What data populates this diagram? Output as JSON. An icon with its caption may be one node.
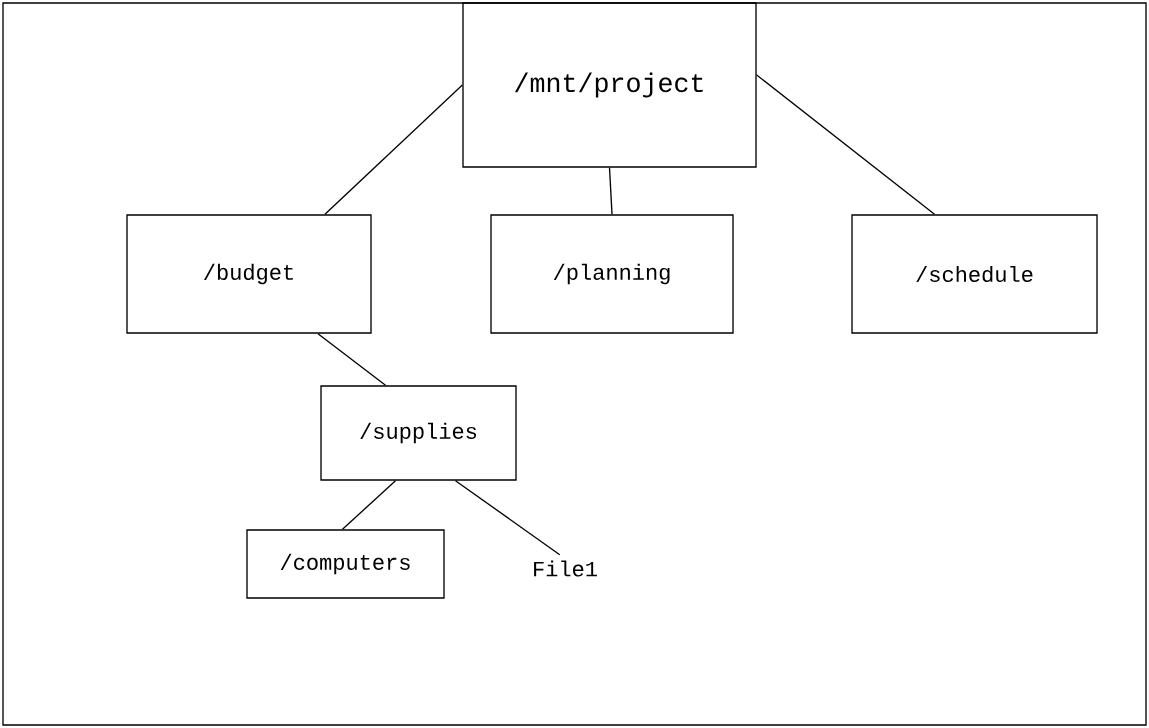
{
  "diagram": {
    "nodes": [
      {
        "text": [
          "/mnt/project"
        ]
      },
      {
        "text": [
          "/budget"
        ]
      },
      {
        "text": [
          "/planning"
        ]
      },
      {
        "text": [
          "/schedule"
        ]
      },
      {
        "text": [
          "/supplies"
        ]
      },
      {
        "text": [
          "/computers"
        ]
      },
      {
        "text": [
          "File1"
        ]
      }
    ],
    "edges": [
      {
        "from": 0,
        "to": 1,
        "arrow": "none"
      },
      {
        "from": 0,
        "to": 2,
        "arrow": "none"
      },
      {
        "from": 0,
        "to": 3,
        "arrow": "none"
      },
      {
        "from": 1,
        "to": 4,
        "arrow": "none"
      },
      {
        "from": 4,
        "to": 5,
        "arrow": "none"
      },
      {
        "from": 4,
        "to": 6,
        "arrow": "none"
      }
    ]
  }
}
